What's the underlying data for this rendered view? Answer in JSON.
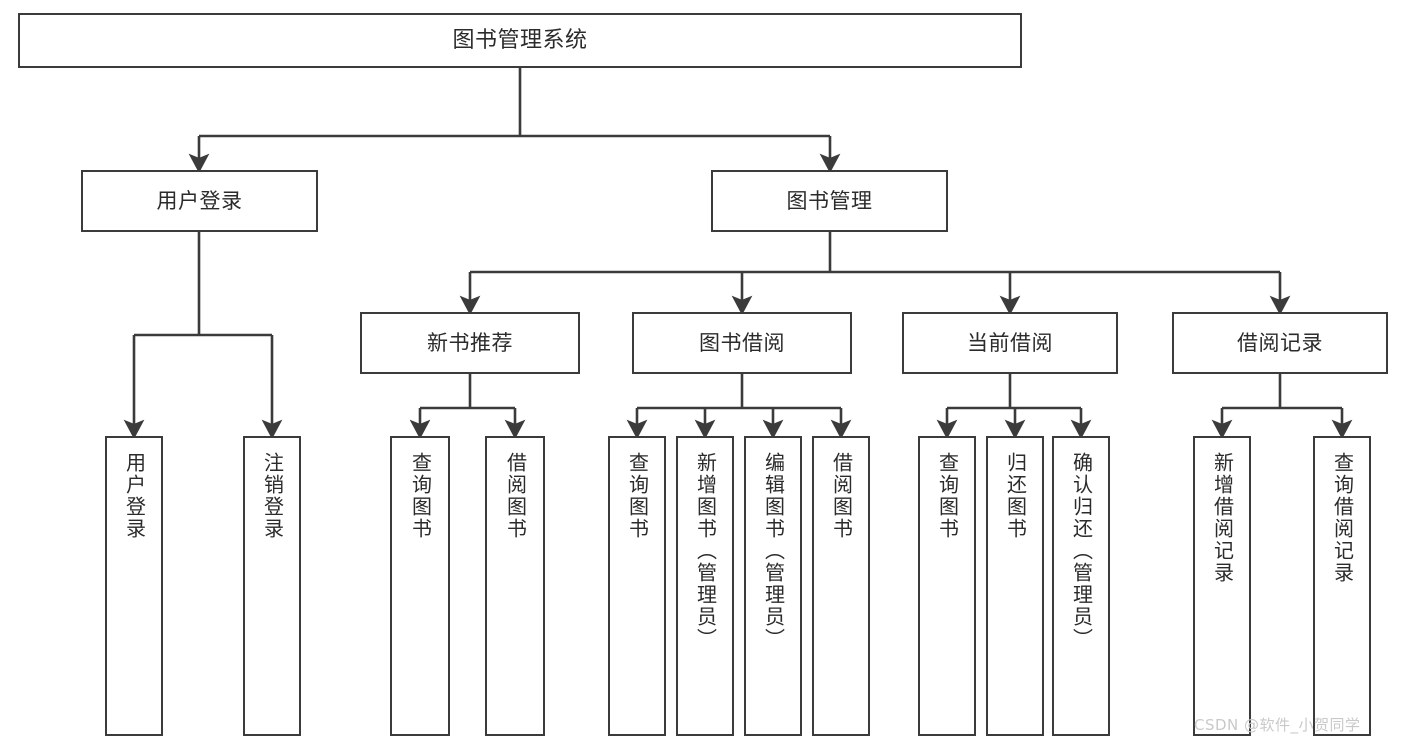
{
  "diagram": {
    "title": "图书管理系统",
    "type": "function-structure-tree",
    "levels": 4
  },
  "root": {
    "id": "root",
    "label": "图书管理系统"
  },
  "level2": [
    {
      "id": "user-login",
      "label": "用户登录"
    },
    {
      "id": "book-manage",
      "label": "图书管理"
    }
  ],
  "level3": [
    {
      "id": "new-book-recommend",
      "label": "新书推荐",
      "parent": "book-manage"
    },
    {
      "id": "book-borrow",
      "label": "图书借阅",
      "parent": "book-manage"
    },
    {
      "id": "current-borrow",
      "label": "当前借阅",
      "parent": "book-manage"
    },
    {
      "id": "borrow-record",
      "label": "借阅记录",
      "parent": "book-manage"
    }
  ],
  "leaves": [
    {
      "id": "leaf-user-login",
      "label": "用户登录",
      "parent": "user-login"
    },
    {
      "id": "leaf-logout-login",
      "label": "注销登录",
      "parent": "user-login"
    },
    {
      "id": "leaf-query-book-rec",
      "label": "查询图书",
      "parent": "new-book-recommend"
    },
    {
      "id": "leaf-borrow-book-rec",
      "label": "借阅图书",
      "parent": "new-book-recommend"
    },
    {
      "id": "leaf-query-book-bor",
      "label": "查询图书",
      "parent": "book-borrow"
    },
    {
      "id": "leaf-add-book",
      "label": "新增图书（管理员）",
      "parent": "book-borrow"
    },
    {
      "id": "leaf-edit-book",
      "label": "编辑图书（管理员）",
      "parent": "book-borrow"
    },
    {
      "id": "leaf-borrow-book",
      "label": "借阅图书",
      "parent": "book-borrow"
    },
    {
      "id": "leaf-query-book-cur",
      "label": "查询图书",
      "parent": "current-borrow"
    },
    {
      "id": "leaf-return-book",
      "label": "归还图书",
      "parent": "current-borrow"
    },
    {
      "id": "leaf-confirm-return",
      "label": "确认归还（管理员）",
      "parent": "current-borrow"
    },
    {
      "id": "leaf-add-record",
      "label": "新增借阅记录",
      "parent": "borrow-record"
    },
    {
      "id": "leaf-query-record",
      "label": "查询借阅记录",
      "parent": "borrow-record"
    }
  ],
  "watermark": {
    "text": "CSDN @软件_小贺同学"
  },
  "colors": {
    "stroke": "#3b3b3b",
    "text": "#2b2b2b",
    "background": "#ffffff",
    "watermark": "#c9c9c9"
  }
}
